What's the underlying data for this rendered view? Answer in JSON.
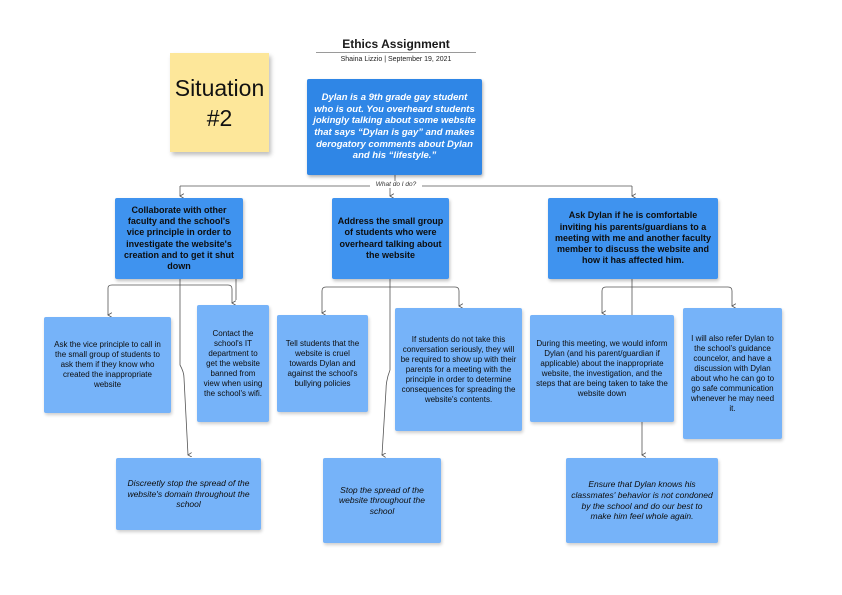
{
  "header": {
    "title": "Ethics Assignment",
    "subtitle": "Shaina Lizzio  |  September 19, 2021"
  },
  "sticky_note": {
    "text": "Situation\n#2"
  },
  "scenario": {
    "text": "Dylan is a 9th grade gay student who is out. You overheard students jokingly talking about some website that says “Dylan is gay” and makes derogatory comments about Dylan and his “lifestyle.”"
  },
  "question": "What do I do?",
  "options": [
    {
      "text": "Collaborate with other faculty and the school's vice principle  in order to investigate the website's creation and to get it shut down",
      "actions": [
        "Ask the vice principle to call in the small group of students to ask them if they know who created the inappropriate website",
        "Contact the school's IT department to get the website banned from view when using the school's wifi."
      ],
      "outcome": "Discreetly stop the spread of the website's domain throughout the school"
    },
    {
      "text": "Address the small group of students who were overheard talking about the website",
      "actions": [
        "Tell students that the website is cruel towards Dylan and against the school's bullying policies",
        "If students do not take this conversation seriously, they will be required to show up with their parents for a meeting with the principle in order to determine consequences for spreading the website's contents."
      ],
      "outcome": "Stop the spread of the website throughout the school"
    },
    {
      "text": "Ask Dylan if he is comfortable inviting his parents/guardians to a meeting with me and another faculty member to discuss the website and how it has affected him.",
      "actions": [
        "During this meeting, we would inform Dylan (and his parent/guardian if applicable) about the inappropriate website, the investigation, and the steps that are being taken to take the website down",
        "I will also refer Dylan to the school's guidance councelor, and have a discussion with Dylan about who he can go to go safe communication whenever he may need it."
      ],
      "outcome": "Ensure that Dylan knows his classmates' behavior is not condoned by the school and do our best to make him feel whole again."
    }
  ],
  "colors": {
    "dark_box": "#2f86e6",
    "medium_box": "#3f93ef",
    "light_box": "#76b3f9",
    "sticky": "#fde79a",
    "connector": "#555555"
  }
}
